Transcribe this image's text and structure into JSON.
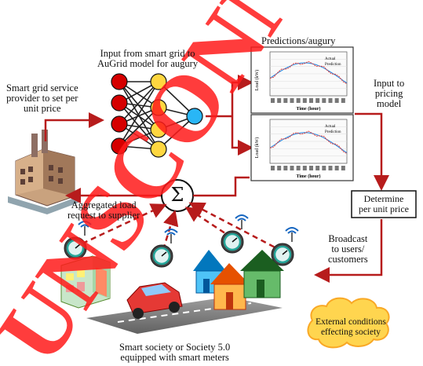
{
  "labels": {
    "smart_grid_provider": [
      "Smart grid service",
      "provider to set per",
      "unit price"
    ],
    "input_augrid": [
      "Input from smart grid to",
      "AuGrid model for augury"
    ],
    "predictions": "Predictions/augury",
    "input_pricing": [
      "Input to",
      "pricing",
      "model"
    ],
    "determine_price": [
      "Determine",
      "per unit price"
    ],
    "aggregated_load": [
      "Aggregated load",
      "request to supplier"
    ],
    "broadcast": [
      "Broadcast",
      "to users/",
      "customers"
    ],
    "external_conditions": [
      "External conditions",
      "effecting society"
    ],
    "smart_society": [
      "Smart society or Society 5.0",
      "equipped with smart meters"
    ],
    "sum_symbol": "Σ"
  },
  "mini_charts": [
    {
      "ylabel": "Load (kW)",
      "xlabel": "Time (hour)",
      "legend": [
        "Actual",
        "Prediction"
      ]
    },
    {
      "ylabel": "Load (kW)",
      "xlabel": "Time (hour)",
      "legend": [
        "Actual",
        "Prediction"
      ]
    }
  ],
  "watermark": "UNSCONN",
  "colors": {
    "arrow_red": "#b71c1c",
    "node_red": "#d50000",
    "node_yellow": "#ffd740",
    "node_blue": "#29b6f6",
    "cloud_fill": "#ffd54f",
    "watermark": "#ff1a1a"
  }
}
